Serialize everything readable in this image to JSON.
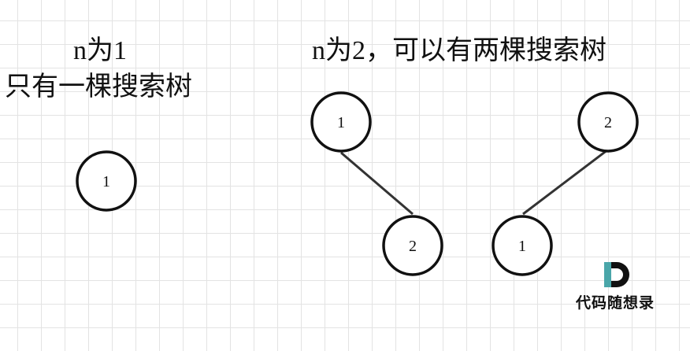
{
  "panel_single": {
    "heading": "n为1",
    "subheading": "只有一棵搜索树",
    "nodes": [
      {
        "label": "1"
      }
    ]
  },
  "panel_double": {
    "heading": "n为2，可以有两棵搜索树",
    "tree_a": {
      "root": "1",
      "child": "2"
    },
    "tree_b": {
      "root": "2",
      "child": "1"
    }
  },
  "watermark": {
    "text": "代码随想录",
    "mark": "D"
  }
}
